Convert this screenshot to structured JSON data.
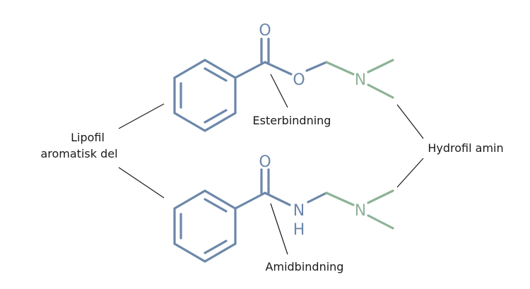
{
  "colors": {
    "lipophilic_structure": "#6b87aa",
    "hydrophilic_amine": "#8db397",
    "label_text": "#1a1a1a"
  },
  "labels": {
    "lipophilic_line1": "Lipofil",
    "lipophilic_line2": "aromatisk del",
    "ester_bond": "Esterbindning",
    "amide_bond": "Amidbindning",
    "hydrophilic_amine": "Hydrofil amin"
  },
  "atoms": {
    "ester_carbonyl_oxygen": "O",
    "ester_oxygen": "O",
    "ester_amine_nitrogen": "N",
    "amide_carbonyl_oxygen": "O",
    "amide_nitrogen": "N",
    "amide_hydrogen": "H",
    "amide_amine_nitrogen": "N"
  }
}
